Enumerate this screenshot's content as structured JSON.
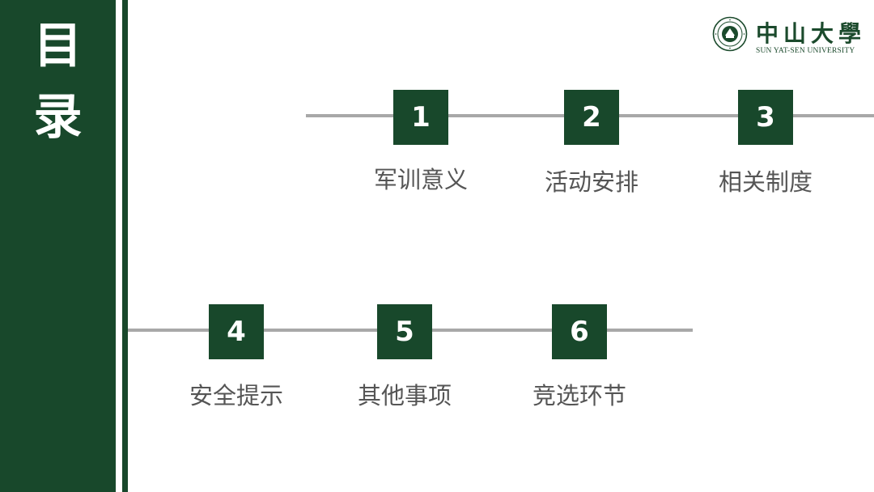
{
  "title_chars": [
    "目",
    "录"
  ],
  "logo": {
    "name_cn": "中山大學",
    "name_en": "SUN YAT-SEN UNIVERSITY",
    "seal_icon": "university-seal-icon"
  },
  "items": [
    {
      "number": "1",
      "label": "军训意义"
    },
    {
      "number": "2",
      "label": "活动安排"
    },
    {
      "number": "3",
      "label": "相关制度"
    },
    {
      "number": "4",
      "label": "安全提示"
    },
    {
      "number": "5",
      "label": "其他事项"
    },
    {
      "number": "6",
      "label": "竞选环节"
    }
  ],
  "colors": {
    "primary_green": "#18482b",
    "line_gray": "#a8a8a8",
    "label_gray": "#555555",
    "background": "#ffffff"
  }
}
